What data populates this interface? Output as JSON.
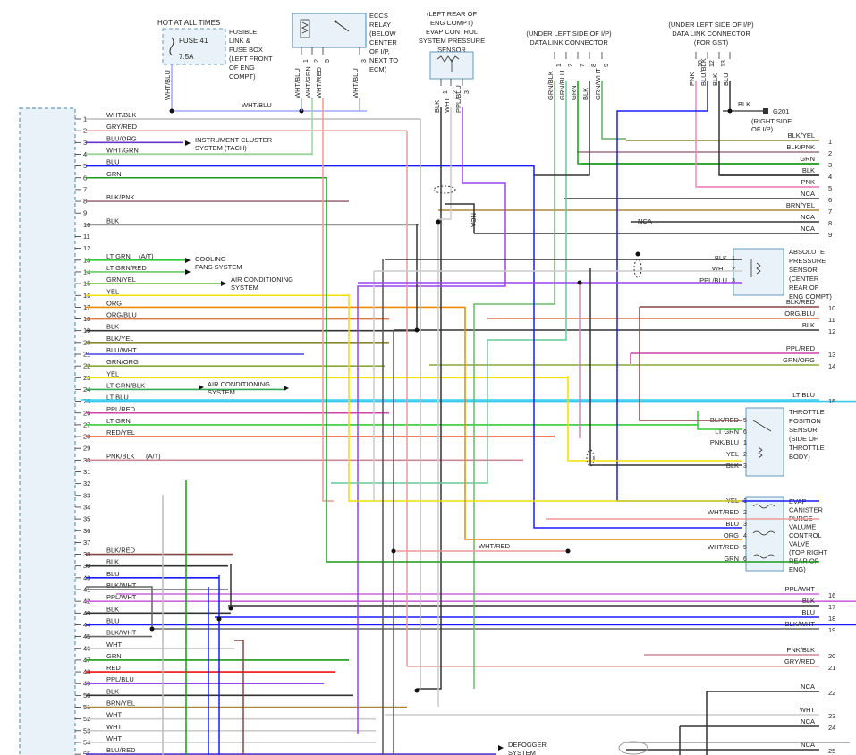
{
  "header": {
    "hot_label": "HOT AT ALL TIMES",
    "fuse_name": "FUSE 41",
    "fuse_rating": "7.5A",
    "fuse_desc": [
      "FUSIBLE",
      "LINK &",
      "FUSE BOX",
      "(LEFT FRONT",
      "OF ENG",
      "COMPT)"
    ],
    "eccs_relay_desc": [
      "ECCS",
      "RELAY",
      "(BELOW",
      "CENTER",
      "OF I/P,",
      "NEXT TO",
      "ECM)"
    ],
    "evap_sensor_desc": [
      "(LEFT REAR OF",
      "ENG COMPT)",
      "EVAP CONTROL",
      "SYSTEM PRESSURE",
      "SENSOR"
    ],
    "dlc1_desc": [
      "(UNDER LEFT SIDE OF I/P)",
      "DATA LINK CONNECTOR"
    ],
    "dlc2_desc": [
      "(UNDER LEFT SIDE OF I/P)",
      "DATA LINK CONNECTOR",
      "(FOR GST)"
    ],
    "g201_label": "G201",
    "g201_desc": [
      "(RIGHT SIDE",
      "OF I/P)"
    ],
    "top_wire_label": "WHT/BLU",
    "fuse_wire": "WHT/BLU",
    "relay_pins": [
      {
        "pin": "1",
        "color": "WHT/BLU"
      },
      {
        "pin": "2",
        "color": "WHT/GRN"
      },
      {
        "pin": "5",
        "color": "WHT/RED"
      },
      {
        "pin": "3",
        "color": "WHT/BLU"
      }
    ],
    "evap_pins": [
      {
        "pin": "1",
        "color": "BLK"
      },
      {
        "pin": "2",
        "color": "WHT"
      },
      {
        "pin": "3",
        "color": "PPL/BLU"
      }
    ],
    "dlc1_pins": [
      {
        "pin": "1",
        "color": "GRN/BLK"
      },
      {
        "pin": "2",
        "color": "GRN/BLU"
      },
      {
        "pin": "7",
        "color": "GRN"
      },
      {
        "pin": "8",
        "color": "BLK"
      },
      {
        "pin": "9",
        "color": "GRN/WHT"
      }
    ],
    "dlc2_pins": [
      {
        "pin": "10",
        "color": "PNK"
      },
      {
        "pin": "12",
        "color": "BLU/BLK"
      },
      {
        "pin": "13",
        "color": "BLK"
      },
      {
        "pin": "",
        "color": "BLU"
      }
    ],
    "ground_wire": "BLK"
  },
  "left_pins": [
    {
      "n": "1",
      "c": "WHT/BLK",
      "hex": "#bbbbbb"
    },
    {
      "n": "2",
      "c": "GRY/RED",
      "hex": "#e89a9a"
    },
    {
      "n": "3",
      "c": "BLU/ORG",
      "hex": "#6633cc"
    },
    {
      "n": "4",
      "c": "WHT/GRN",
      "hex": "#9fd39f"
    },
    {
      "n": "5",
      "c": "BLU",
      "hex": "#1a1aff"
    },
    {
      "n": "6",
      "c": "GRN",
      "hex": "#1a9a1a"
    },
    {
      "n": "7",
      "c": "",
      "hex": ""
    },
    {
      "n": "8",
      "c": "BLK/PNK",
      "hex": "#a07080"
    },
    {
      "n": "9",
      "c": "",
      "hex": ""
    },
    {
      "n": "10",
      "c": "BLK",
      "hex": "#333333"
    },
    {
      "n": "11",
      "c": "",
      "hex": ""
    },
    {
      "n": "12",
      "c": "",
      "hex": ""
    },
    {
      "n": "13",
      "c": "LT GRN",
      "hex": "#33cc33",
      "note": "(A/T)"
    },
    {
      "n": "14",
      "c": "LT GRN/RED",
      "hex": "#66cc66"
    },
    {
      "n": "15",
      "c": "GRN/YEL",
      "hex": "#66bb33"
    },
    {
      "n": "16",
      "c": "YEL",
      "hex": "#f0e000"
    },
    {
      "n": "17",
      "c": "ORG",
      "hex": "#ee8800"
    },
    {
      "n": "18",
      "c": "ORG/BLU",
      "hex": "#dd7744"
    },
    {
      "n": "19",
      "c": "BLK",
      "hex": "#333333"
    },
    {
      "n": "20",
      "c": "BLK/YEL",
      "hex": "#888833"
    },
    {
      "n": "21",
      "c": "BLU/WHT",
      "hex": "#4444dd"
    },
    {
      "n": "22",
      "c": "GRN/ORG",
      "hex": "#88aa33"
    },
    {
      "n": "23",
      "c": "YEL",
      "hex": "#f0e000"
    },
    {
      "n": "24",
      "c": "LT GRN/BLK",
      "hex": "#33aa55"
    },
    {
      "n": "25",
      "c": "LT BLU",
      "hex": "#33ccee"
    },
    {
      "n": "26",
      "c": "PPL/RED",
      "hex": "#cc44aa"
    },
    {
      "n": "27",
      "c": "LT GRN",
      "hex": "#33cc33"
    },
    {
      "n": "28",
      "c": "RED/YEL",
      "hex": "#ee5522"
    },
    {
      "n": "29",
      "c": "",
      "hex": ""
    },
    {
      "n": "30",
      "c": "PNK/BLK",
      "hex": "#cc8899",
      "note": "(A/T)"
    },
    {
      "n": "31",
      "c": "",
      "hex": ""
    },
    {
      "n": "32",
      "c": "",
      "hex": ""
    },
    {
      "n": "33",
      "c": "",
      "hex": ""
    },
    {
      "n": "34",
      "c": "",
      "hex": ""
    },
    {
      "n": "35",
      "c": "",
      "hex": ""
    },
    {
      "n": "36",
      "c": "",
      "hex": ""
    },
    {
      "n": "37",
      "c": "",
      "hex": ""
    },
    {
      "n": "38",
      "c": "BLK/RED",
      "hex": "#884444"
    },
    {
      "n": "39",
      "c": "BLK",
      "hex": "#333333"
    },
    {
      "n": "40",
      "c": "BLU",
      "hex": "#1a1aff"
    },
    {
      "n": "41",
      "c": "BLK/WHT",
      "hex": "#666666"
    },
    {
      "n": "42",
      "c": "PPL/WHT",
      "hex": "#cc66dd"
    },
    {
      "n": "43",
      "c": "BLK",
      "hex": "#333333"
    },
    {
      "n": "44",
      "c": "BLU",
      "hex": "#1a1aff"
    },
    {
      "n": "45",
      "c": "BLK/WHT",
      "hex": "#666666"
    },
    {
      "n": "46",
      "c": "WHT",
      "hex": "#cccccc"
    },
    {
      "n": "47",
      "c": "GRN",
      "hex": "#1a9a1a"
    },
    {
      "n": "48",
      "c": "RED",
      "hex": "#ee1111"
    },
    {
      "n": "49",
      "c": "PPL/BLU",
      "hex": "#9944ee"
    },
    {
      "n": "50",
      "c": "BLK",
      "hex": "#333333"
    },
    {
      "n": "51",
      "c": "BRN/YEL",
      "hex": "#aa8833"
    },
    {
      "n": "52",
      "c": "WHT",
      "hex": "#cccccc"
    },
    {
      "n": "53",
      "c": "WHT",
      "hex": "#cccccc"
    },
    {
      "n": "54",
      "c": "WHT",
      "hex": "#cccccc"
    },
    {
      "n": "55",
      "c": "BLU/RED",
      "hex": "#5533cc"
    }
  ],
  "left_dests": {
    "instrument_cluster": [
      "INSTRUMENT CLUSTER",
      "SYSTEM (TACH)"
    ],
    "cooling_fans": [
      "COOLING",
      "FANS SYSTEM"
    ],
    "ac1": [
      "AIR CONDITIONING",
      "SYSTEM"
    ],
    "ac2": [
      "AIR CONDITIONING",
      "SYSTEM"
    ],
    "defogger": [
      "DEFOGGER",
      "SYSTEM"
    ]
  },
  "right_pins": [
    {
      "n": "1",
      "c": "BLK/YEL",
      "hex": "#888833"
    },
    {
      "n": "2",
      "c": "BLK/PNK",
      "hex": "#a07080"
    },
    {
      "n": "3",
      "c": "GRN",
      "hex": "#1a9a1a"
    },
    {
      "n": "4",
      "c": "BLK",
      "hex": "#333333"
    },
    {
      "n": "5",
      "c": "PNK",
      "hex": "#ee88bb"
    },
    {
      "n": "6",
      "c": "NCA",
      "hex": "#333333"
    },
    {
      "n": "7",
      "c": "BRN/YEL",
      "hex": "#aa8833"
    },
    {
      "n": "8",
      "c": "NCA",
      "hex": "#333333"
    },
    {
      "n": "9",
      "c": "NCA",
      "hex": "#333333"
    },
    {
      "n": "10",
      "c": "BLK/RED",
      "hex": "#884444"
    },
    {
      "n": "11",
      "c": "ORG/BLU",
      "hex": "#dd7744"
    },
    {
      "n": "12",
      "c": "BLK",
      "hex": "#333333"
    },
    {
      "n": "13",
      "c": "PPL/RED",
      "hex": "#cc44aa"
    },
    {
      "n": "14",
      "c": "GRN/ORG",
      "hex": "#88aa33"
    },
    {
      "n": "15",
      "c": "LT BLU",
      "hex": "#33ccee"
    },
    {
      "n": "16",
      "c": "PPL/WHT",
      "hex": "#cc66dd"
    },
    {
      "n": "17",
      "c": "BLK",
      "hex": "#333333"
    },
    {
      "n": "18",
      "c": "BLU",
      "hex": "#1a1aff"
    },
    {
      "n": "19",
      "c": "BLK/WHT",
      "hex": "#666666"
    },
    {
      "n": "20",
      "c": "PNK/BLK",
      "hex": "#cc8899"
    },
    {
      "n": "21",
      "c": "GRY/RED",
      "hex": "#e89a9a"
    },
    {
      "n": "22",
      "c": "NCA",
      "hex": "#333333"
    },
    {
      "n": "23",
      "c": "WHT",
      "hex": "#cccccc"
    },
    {
      "n": "24",
      "c": "NCA",
      "hex": "#333333"
    },
    {
      "n": "25",
      "c": "NCA",
      "hex": "#333333"
    }
  ],
  "right_top_nca": "NCA",
  "map_sensor": {
    "desc": [
      "ABSOLUTE",
      "PRESSURE",
      "SENSOR",
      "(CENTER",
      "REAR OF",
      "ENG COMPT)"
    ],
    "pins": [
      {
        "n": "1",
        "c": "BLK"
      },
      {
        "n": "2",
        "c": "WHT"
      },
      {
        "n": "3",
        "c": "PPL/BLU"
      }
    ]
  },
  "tps": {
    "desc": [
      "THROTTLE",
      "POSITION",
      "SENSOR",
      "(SIDE OF",
      "THROTTLE",
      "BODY)"
    ],
    "pins": [
      {
        "n": "5",
        "c": "BLK/RED"
      },
      {
        "n": "6",
        "c": "LT GRN"
      },
      {
        "n": "1",
        "c": "PNK/BLU"
      },
      {
        "n": "2",
        "c": "YEL"
      },
      {
        "n": "3",
        "c": "BLK"
      }
    ]
  },
  "evap_valve": {
    "desc": [
      "EVAP",
      "CANISTER",
      "PURGE",
      "VALUME",
      "CONTROL",
      "VALVE",
      "(TOP RIGHT",
      "REAR OF",
      "ENG)"
    ],
    "pins": [
      {
        "n": "1",
        "c": "YEL"
      },
      {
        "n": "2",
        "c": "WHT/RED"
      },
      {
        "n": "3",
        "c": "BLU"
      },
      {
        "n": "4",
        "c": "ORG"
      },
      {
        "n": "5",
        "c": "WHT/RED"
      },
      {
        "n": "6",
        "c": "GRN"
      }
    ]
  },
  "mid_label": "WHT/RED",
  "nca_label": "NCA",
  "colors": {
    "ecm_border": "#6699bb",
    "box_fill": "#e8f2f8",
    "box_border": "#6699bb"
  }
}
